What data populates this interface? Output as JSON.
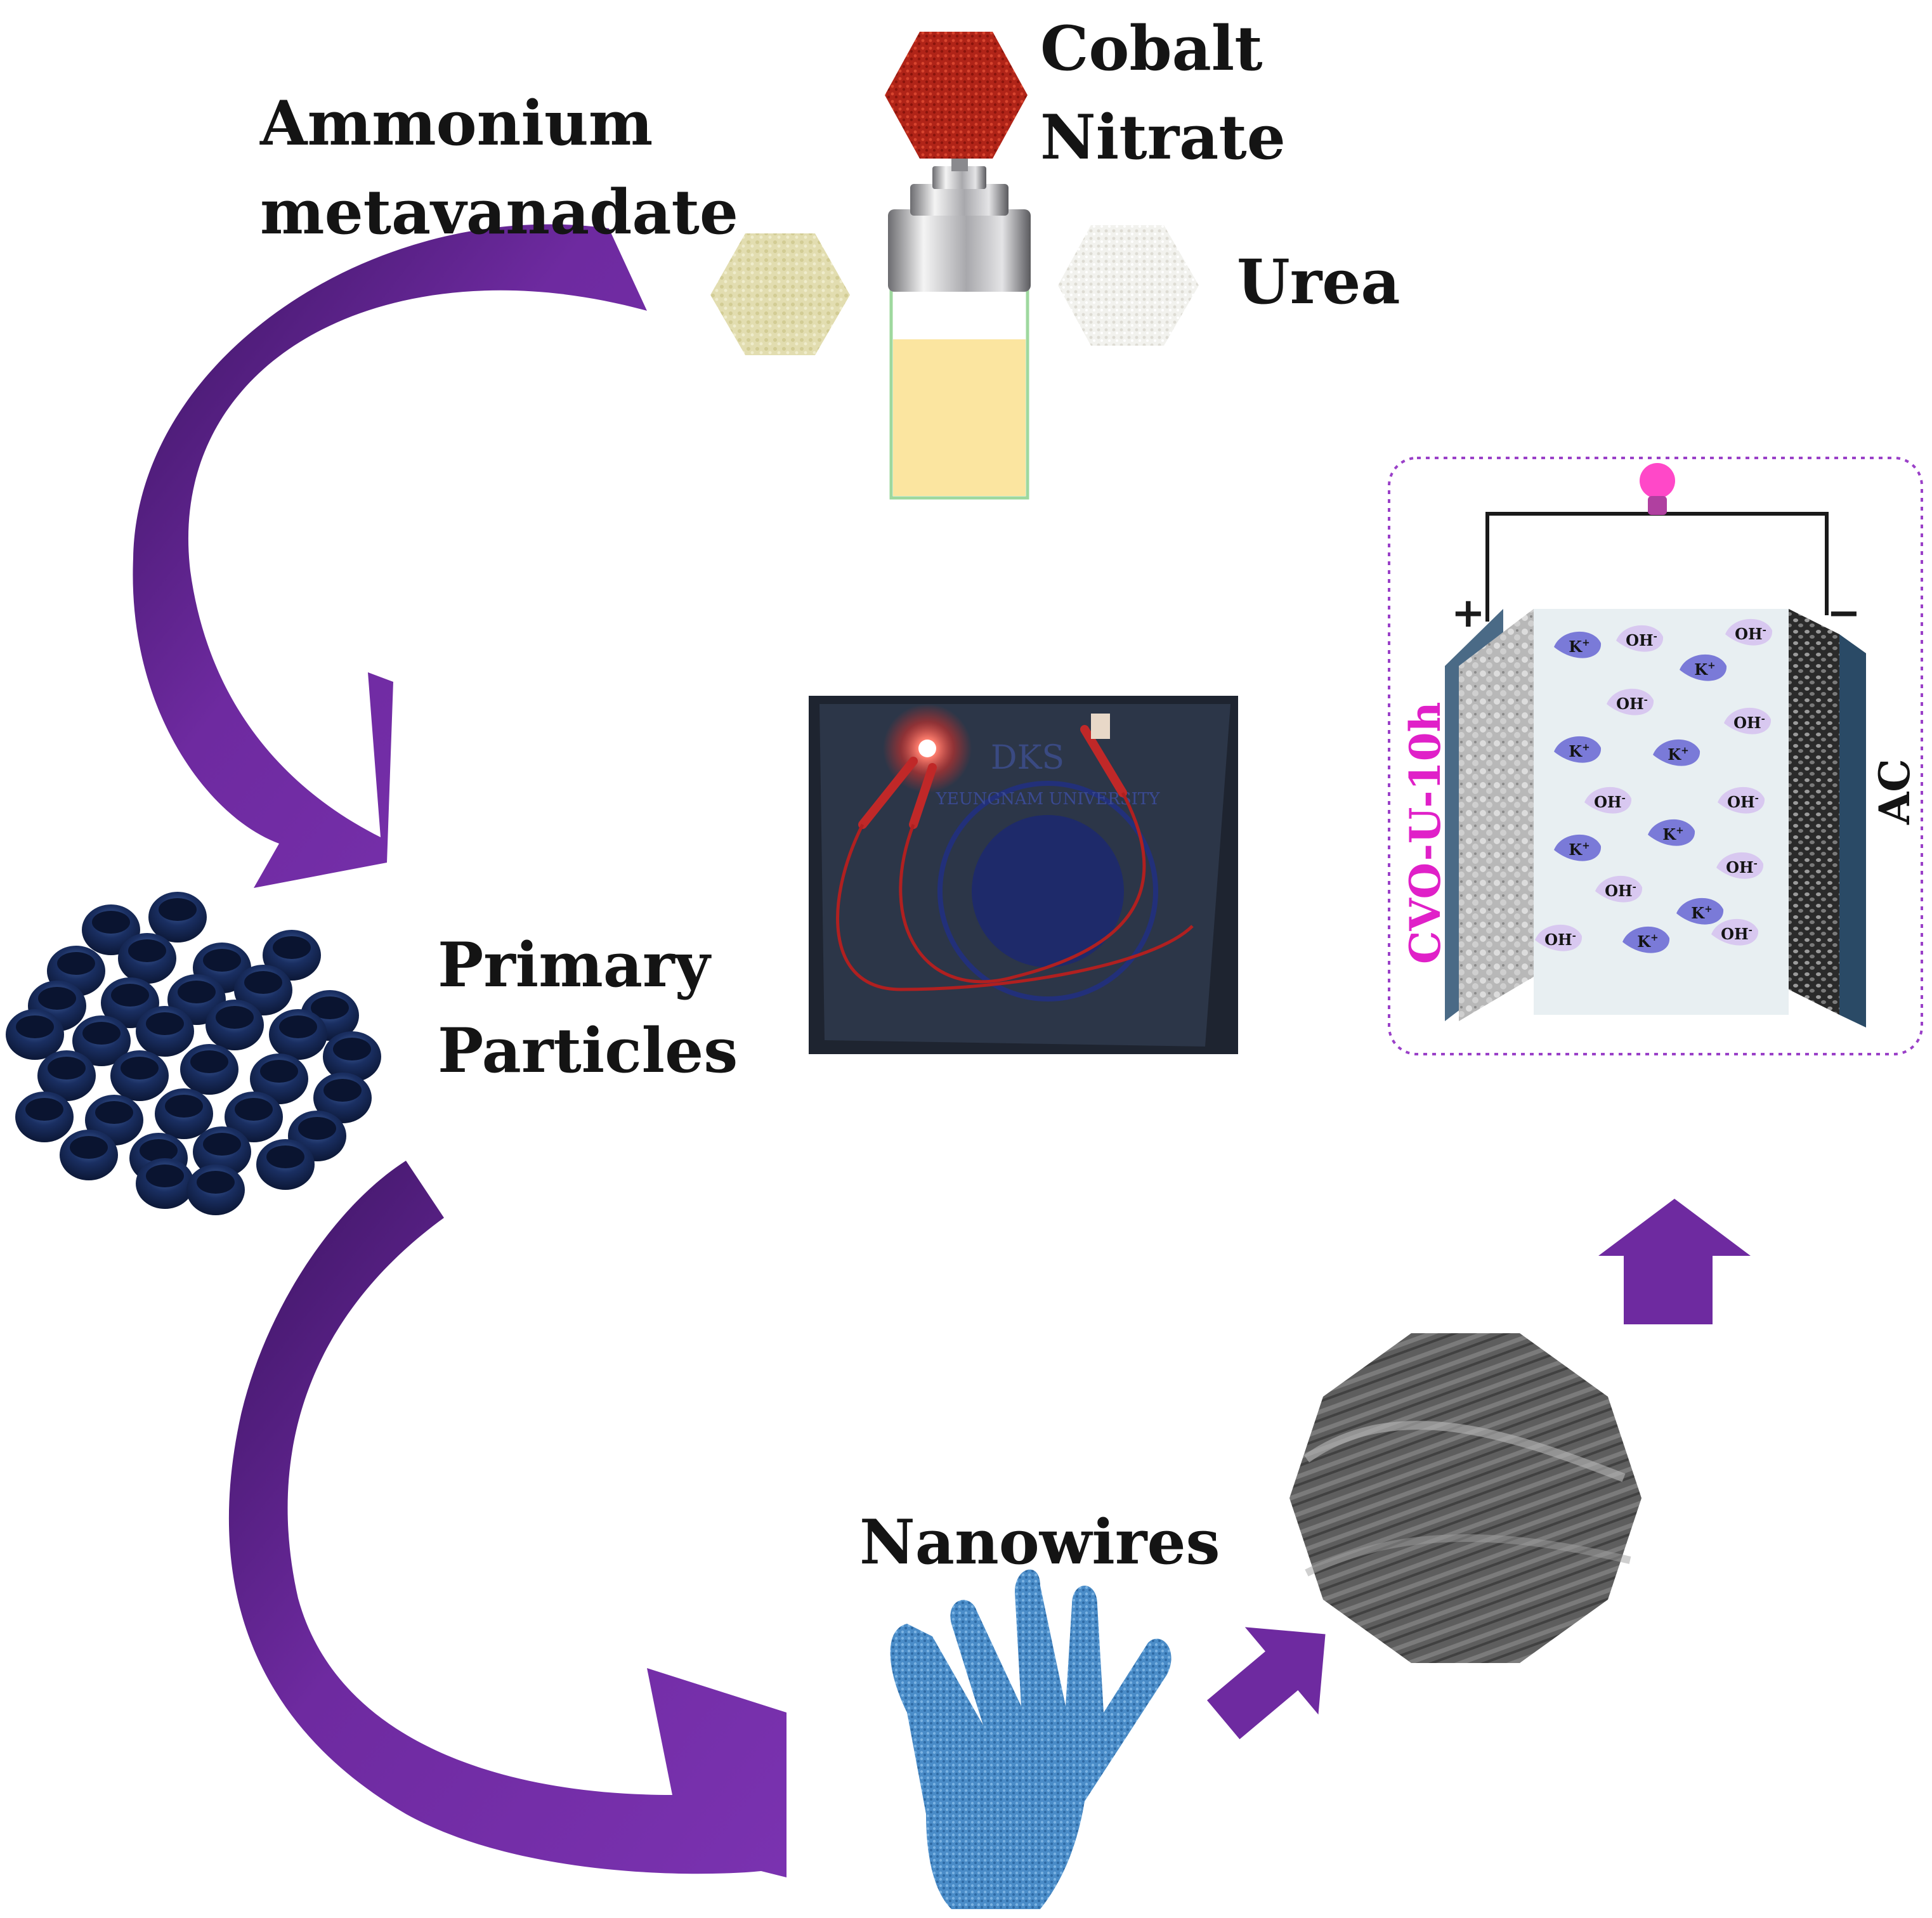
{
  "labels": {
    "ammonium": [
      "Ammonium",
      "metavanadate"
    ],
    "cobalt": [
      "Cobalt",
      "Nitrate"
    ],
    "urea": "Urea",
    "primary": [
      "Primary",
      "Particles"
    ],
    "nanowires": "Nanowires"
  },
  "photo": {
    "badge": "DKS",
    "seal_text": "YEUNGNAM UNIVERSITY"
  },
  "cell": {
    "positive_terminal": "+",
    "negative_terminal": "−",
    "positive_electrode_label": "CVO-U-10h",
    "negative_electrode_label": "AC",
    "ions": [
      {
        "name": "K",
        "charge": "+"
      },
      {
        "name": "OH",
        "charge": "-"
      },
      {
        "name": "OH",
        "charge": "-"
      },
      {
        "name": "K",
        "charge": "+"
      },
      {
        "name": "OH",
        "charge": "-"
      },
      {
        "name": "OH",
        "charge": "-"
      },
      {
        "name": "K",
        "charge": "+"
      },
      {
        "name": "K",
        "charge": "+"
      },
      {
        "name": "OH",
        "charge": "-"
      },
      {
        "name": "OH",
        "charge": "-"
      },
      {
        "name": "K",
        "charge": "+"
      },
      {
        "name": "K",
        "charge": "+"
      },
      {
        "name": "OH",
        "charge": "-"
      },
      {
        "name": "OH",
        "charge": "-"
      },
      {
        "name": "K",
        "charge": "+"
      },
      {
        "name": "OH",
        "charge": "-"
      },
      {
        "name": "OH",
        "charge": "-"
      },
      {
        "name": "K",
        "charge": "+"
      },
      {
        "name": "OH",
        "charge": "-"
      }
    ]
  },
  "colors": {
    "arrow": "#6e2aa0",
    "arrow_dark": "#3c1560",
    "label": "#141414",
    "cell_label": "#e020c8",
    "bulb": "#ff48c8",
    "cobalt_powder": "#b02418",
    "nanowire": "#4a8cc8",
    "particle": "#12224a"
  }
}
